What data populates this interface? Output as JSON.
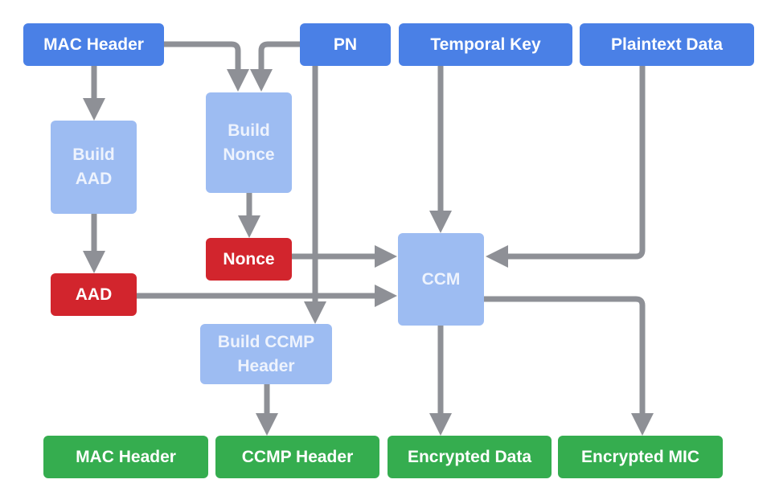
{
  "title": "CCMP encapsulation flow",
  "colors": {
    "input": "#4a80e6",
    "process": "#9dbcf2",
    "intermediate": "#d2252d",
    "output": "#35ad4f",
    "arrow": "#8e9096"
  },
  "inputs": {
    "mac_header": "MAC Header",
    "pn": "PN",
    "temporal_key": "Temporal Key",
    "plaintext_data": "Plaintext Data"
  },
  "processes": {
    "build_aad": "Build\nAAD",
    "build_nonce": "Build\nNonce",
    "ccm": "CCM",
    "build_ccmp_header": "Build CCMP\nHeader"
  },
  "intermediates": {
    "nonce": "Nonce",
    "aad": "AAD"
  },
  "outputs": {
    "mac_header": "MAC Header",
    "ccmp_header": "CCMP Header",
    "encrypted_data": "Encrypted Data",
    "encrypted_mic": "Encrypted MIC"
  },
  "edges": [
    {
      "from": "MAC Header",
      "to": "Build AAD"
    },
    {
      "from": "MAC Header",
      "to": "Build Nonce"
    },
    {
      "from": "PN",
      "to": "Build Nonce"
    },
    {
      "from": "PN",
      "to": "Build CCMP Header"
    },
    {
      "from": "Build AAD",
      "to": "AAD"
    },
    {
      "from": "Build Nonce",
      "to": "Nonce"
    },
    {
      "from": "Nonce",
      "to": "CCM"
    },
    {
      "from": "AAD",
      "to": "CCM"
    },
    {
      "from": "Temporal Key",
      "to": "CCM"
    },
    {
      "from": "Plaintext Data",
      "to": "CCM"
    },
    {
      "from": "Build CCMP Header",
      "to": "CCMP Header"
    },
    {
      "from": "CCM",
      "to": "Encrypted Data"
    },
    {
      "from": "CCM",
      "to": "Encrypted MIC"
    }
  ]
}
